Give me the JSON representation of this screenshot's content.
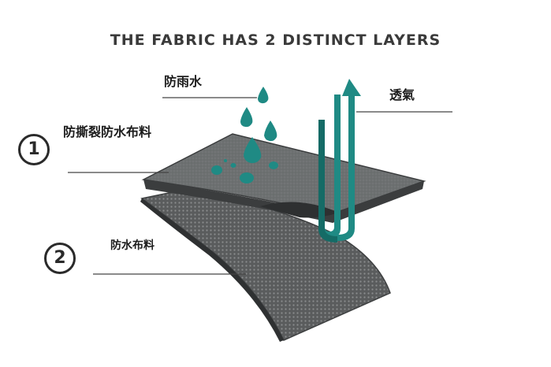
{
  "diagram": {
    "title": "THE FABRIC HAS 2 DISTINCT LAYERS",
    "labels": {
      "rainproof": "防雨水",
      "breathable": "透氣",
      "layer1": "防撕裂防水布料",
      "layer2": "防水布料"
    },
    "layers": [
      {
        "number": "1",
        "label_key": "layer1"
      },
      {
        "number": "2",
        "label_key": "layer2"
      }
    ],
    "colors": {
      "title": "#3a3a3a",
      "layer_top": "#6b6e6f",
      "layer_bottom": "#4a4c4d",
      "teal": "#1f8a84",
      "leader_line": "#444444"
    },
    "icons": [
      "water-drop-icon",
      "vapor-arrow-icon"
    ]
  }
}
